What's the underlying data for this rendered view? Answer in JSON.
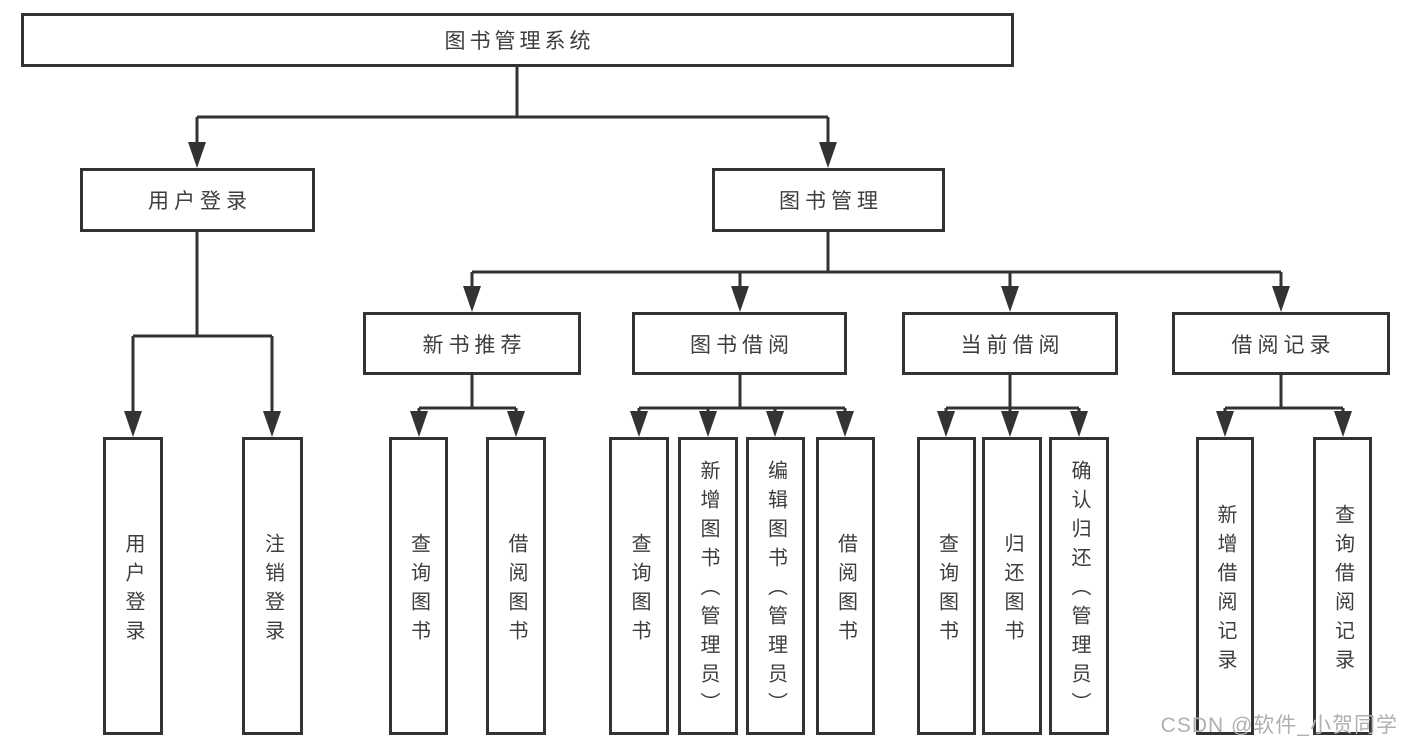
{
  "diagram": {
    "root": "图书管理系统",
    "level2": [
      "用户登录",
      "图书管理"
    ],
    "level3": [
      "新书推荐",
      "图书借阅",
      "当前借阅",
      "借阅记录"
    ],
    "leaves": [
      "用户登录",
      "注销登录",
      "查询图书",
      "借阅图书",
      "查询图书",
      "新增图书（管理员）",
      "编辑图书（管理员）",
      "借阅图书",
      "查询图书",
      "归还图书",
      "确认归还（管理员）",
      "新增借阅记录",
      "查询借阅记录"
    ]
  },
  "watermark": "CSDN @软件_小贺同学",
  "colors": {
    "line": "#333333",
    "text": "#3d3d3d",
    "watermark": "#b0b0b0"
  }
}
